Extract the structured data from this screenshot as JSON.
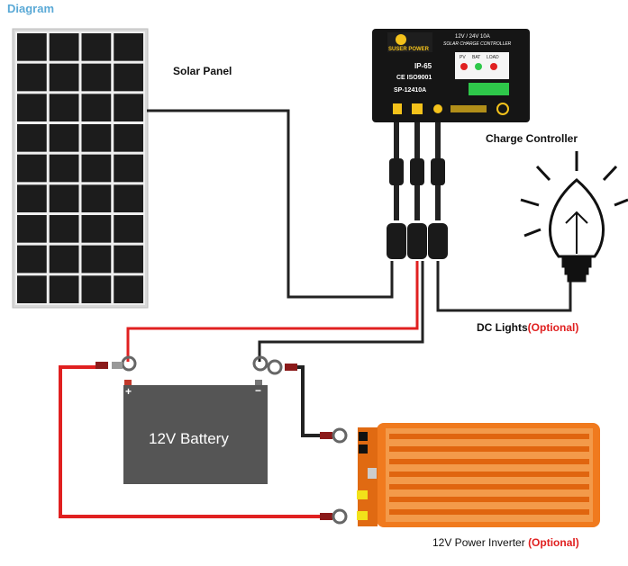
{
  "header": {
    "title": "Diagram"
  },
  "labels": {
    "solar_panel": "Solar Panel",
    "charge_controller": "Charge Controller",
    "dc_lights": "DC Lights",
    "dc_lights_opt": "(Optional)",
    "battery": "12V Battery",
    "battery_plus": "+",
    "battery_minus": "−",
    "inverter": "12V Power Inverter ",
    "inverter_opt": "(Optional)"
  },
  "controller": {
    "brand": "SUSER POWER",
    "model_line": "12V / 24V 10A",
    "type_line": "SOLAR CHARGE CONTROLLER",
    "ip": "IP-65",
    "cert": "CE ISO9001",
    "model": "SP-12410A",
    "indicators": [
      "PV",
      "BAT",
      "LOAD"
    ]
  },
  "colors": {
    "title": "#5aa9d6",
    "red_wire": "#e02020",
    "black_wire": "#222222",
    "battery": "#555555",
    "inverter": "#f07a1e",
    "panel_cell": "#1c1c1c",
    "panel_frame": "#d8d8d8"
  }
}
